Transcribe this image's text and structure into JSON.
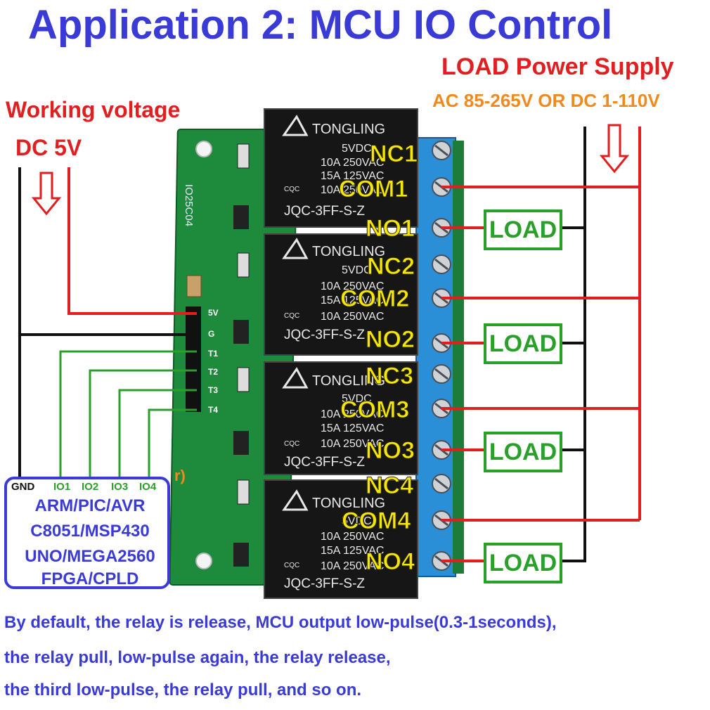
{
  "title": "Application 2: MCU IO Control",
  "load_supply": {
    "title": "LOAD Power Supply",
    "range": "AC 85-265V OR DC 1-110V"
  },
  "working_voltage": {
    "line1": "Working voltage",
    "line2": "DC 5V"
  },
  "terminals": [
    "NC1",
    "COM1",
    "NO1",
    "NC2",
    "COM2",
    "NO2",
    "NC3",
    "COM3",
    "NO3",
    "NC4",
    "COM4",
    "NO4"
  ],
  "load_label": "LOAD",
  "relays": {
    "brand": "TONGLING",
    "rating_5v": "5VDC",
    "rating_ac250": "10A 250VAC",
    "rating_ac125": "15A 125VAC",
    "model": "JQC-3FF-S-Z",
    "cqc": "CQC"
  },
  "board": {
    "code": "IO25C04",
    "pins": [
      "5V",
      "G",
      "T1",
      "T2",
      "T3",
      "T4"
    ]
  },
  "mcu": {
    "gnd": "GND",
    "io_pins": [
      "IO1",
      "IO2",
      "IO3",
      "IO4"
    ],
    "partial_char": "r)",
    "lines": [
      "ARM/PIC/AVR",
      "C8051/MSP430",
      "UNO/MEGA2560",
      "FPGA/CPLD"
    ]
  },
  "description": [
    "By default, the relay is release, MCU output low-pulse(0.3-1seconds),",
    "the relay pull, low-pulse again, the relay release,",
    "the third low-pulse, the relay pull, and so on."
  ],
  "colors": {
    "title_blue": "#3a3ad6",
    "red_wire": "#e02020",
    "load_green": "#2aa02a",
    "label_yellow": "#f6e600",
    "pcb_green": "#1e8a3c",
    "terminal_blue": "#2b8fd8",
    "relay_black": "#161616"
  }
}
